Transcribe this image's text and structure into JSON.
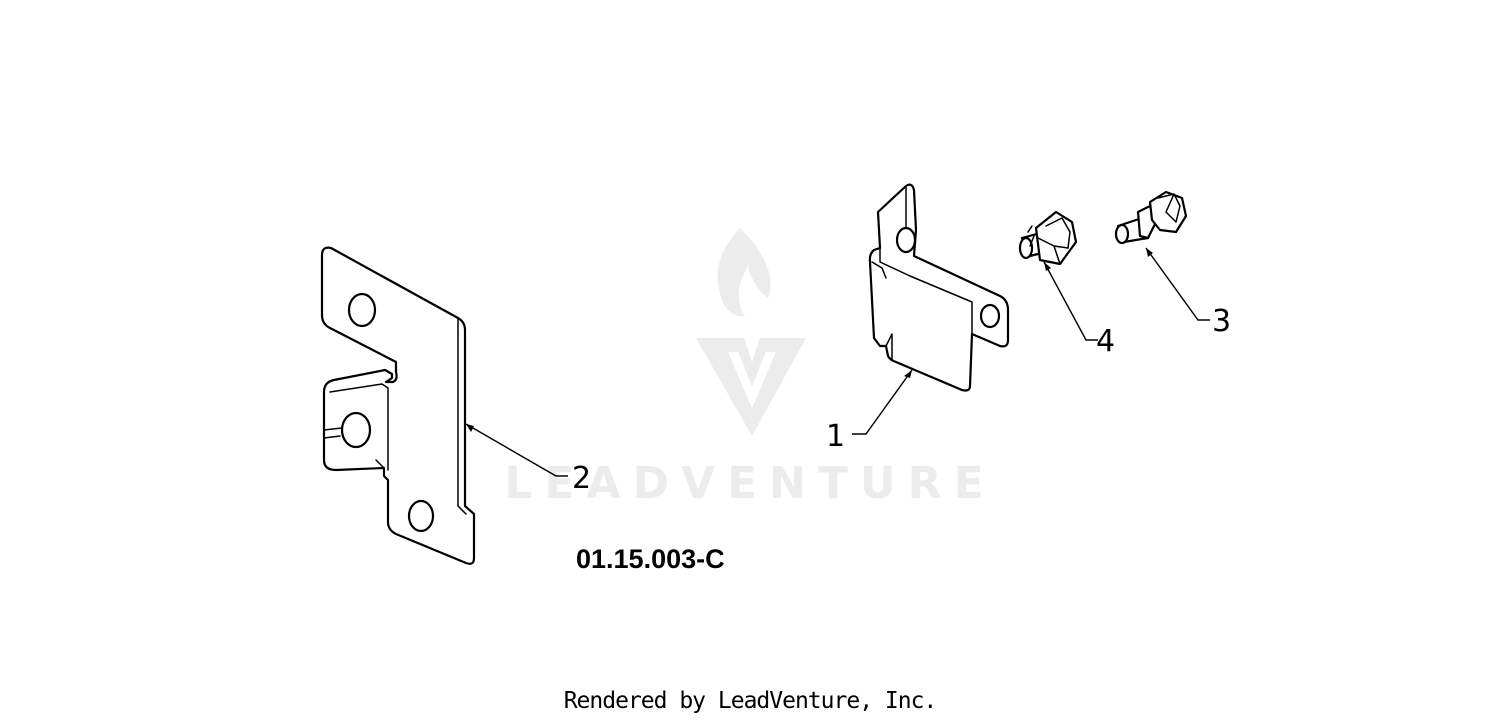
{
  "diagram": {
    "id": "01.15.003-C",
    "callouts": [
      "1",
      "2",
      "3",
      "4"
    ],
    "watermark": "LEADVENTURE",
    "footer": "Rendered by LeadVenture, Inc."
  },
  "colors": {
    "line": "#000000",
    "background": "#ffffff",
    "watermark": "#ececec"
  },
  "icons": {
    "watermark_logo": "flame-v-logo"
  }
}
